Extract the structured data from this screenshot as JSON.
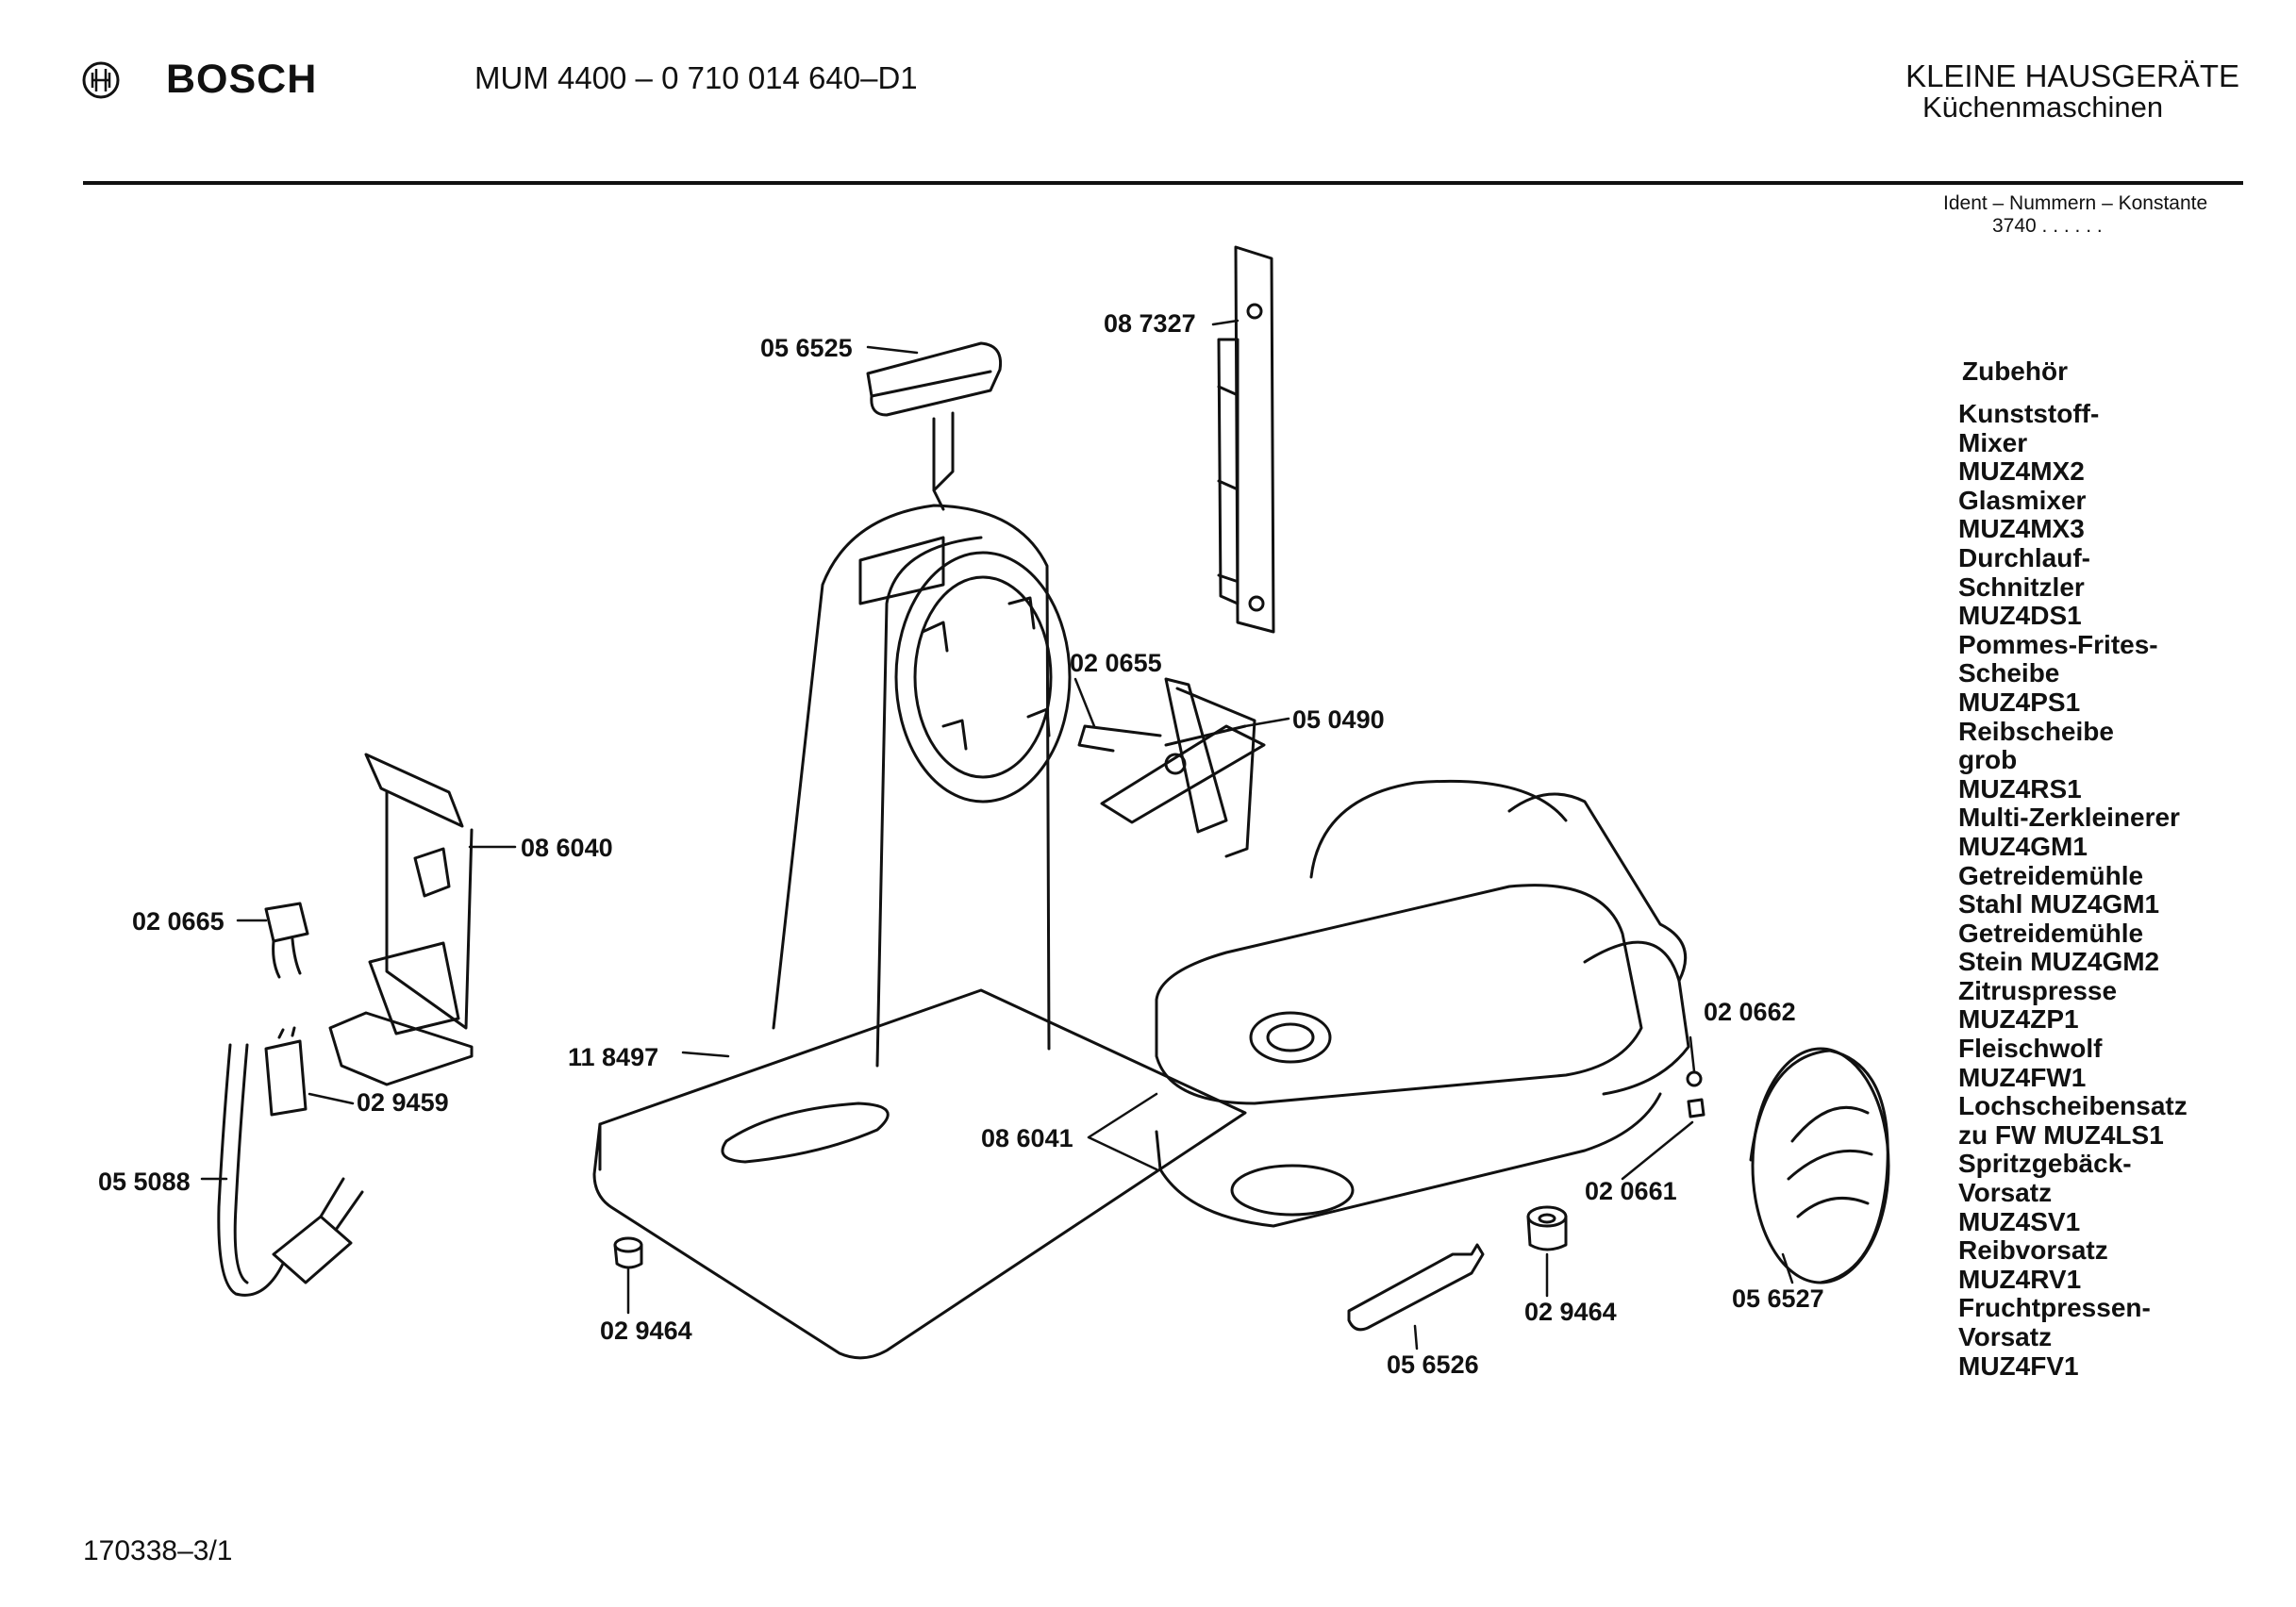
{
  "header": {
    "brand": "BOSCH",
    "model": "MUM 4400 – 0 710 014 640–D1",
    "category_line1": "KLEINE HAUSGERÄTE",
    "category_line2": "Küchenmaschinen",
    "ident_label": "Ident – Nummern – Konstante",
    "ident_value": "3740  . .   . . . ."
  },
  "parts": [
    {
      "id": "p056525",
      "label": "05 6525"
    },
    {
      "id": "p087327",
      "label": "08 7327"
    },
    {
      "id": "p020655",
      "label": "02 0655"
    },
    {
      "id": "p050490",
      "label": "05 0490"
    },
    {
      "id": "p086040",
      "label": "08 6040"
    },
    {
      "id": "p020665",
      "label": "02 0665"
    },
    {
      "id": "p118497",
      "label": "11 8497"
    },
    {
      "id": "p029459",
      "label": "02 9459"
    },
    {
      "id": "p055088",
      "label": "05 5088"
    },
    {
      "id": "p086041",
      "label": "08 6041"
    },
    {
      "id": "p020662",
      "label": "02 0662"
    },
    {
      "id": "p020661",
      "label": "02 0661"
    },
    {
      "id": "p029464a",
      "label": "02 9464"
    },
    {
      "id": "p029464b",
      "label": "02 9464"
    },
    {
      "id": "p056526",
      "label": "05 6526"
    },
    {
      "id": "p056527",
      "label": "05 6527"
    }
  ],
  "accessories": {
    "title": "Zubehör",
    "items": [
      "Kunststoff-",
      "Mixer",
      "MUZ4MX2",
      "Glasmixer",
      "MUZ4MX3",
      "Durchlauf-",
      "Schnitzler",
      "MUZ4DS1",
      "Pommes-Frites-",
      "Scheibe",
      "MUZ4PS1",
      "Reibscheibe",
      "grob",
      "MUZ4RS1",
      "Multi-Zerkleinerer",
      "MUZ4GM1",
      "Getreidemühle",
      "Stahl MUZ4GM1",
      "Getreidemühle",
      "Stein MUZ4GM2",
      "Zitruspresse",
      "MUZ4ZP1",
      "Fleischwolf",
      "MUZ4FW1",
      "Lochscheibensatz",
      "zu FW MUZ4LS1",
      "Spritzgebäck-",
      "Vorsatz",
      "MUZ4SV1",
      "Reibvorsatz",
      "MUZ4RV1",
      "Fruchtpressen-",
      "Vorsatz",
      "MUZ4FV1"
    ]
  },
  "footer": {
    "code": "170338–3/1"
  }
}
